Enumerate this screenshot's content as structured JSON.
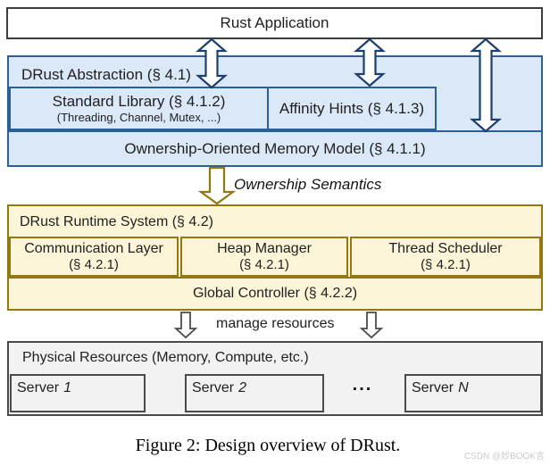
{
  "app_box": {
    "label": "Rust Application"
  },
  "abstraction": {
    "title": "DRust Abstraction (§ 4.1)",
    "standard_library": {
      "title": "Standard Library (§ 4.1.2)",
      "subtitle": "(Threading, Channel, Mutex, ...)"
    },
    "affinity_hints": {
      "title": "Affinity Hints (§ 4.1.3)"
    },
    "memory_model": {
      "title": "Ownership-Oriented Memory Model (§ 4.1.1)"
    }
  },
  "ownership_semantics_label": "Ownership Semantics",
  "runtime": {
    "title": "DRust Runtime System (§ 4.2)",
    "components": [
      {
        "name": "Communication Layer",
        "section": "(§ 4.2.1)"
      },
      {
        "name": "Heap Manager",
        "section": "(§ 4.2.1)"
      },
      {
        "name": "Thread Scheduler",
        "section": "(§ 4.2.1)"
      }
    ],
    "global_controller": "Global Controller (§ 4.2.2)"
  },
  "manage_resources_label": "manage resources",
  "physical": {
    "title": "Physical Resources (Memory, Compute, etc.)",
    "servers": [
      {
        "name": "Server",
        "id": "1"
      },
      {
        "name": "Server",
        "id": "2"
      },
      {
        "name": "Server",
        "id": "N"
      }
    ],
    "ellipsis": "..."
  },
  "caption": "Figure 2: Design overview of DRust.",
  "watermark": "CSDN @妙BOOK言",
  "colors": {
    "blue_border": "#2a6099",
    "blue_fill": "#dbe8f7",
    "arrow_navy": "#1c3f6e",
    "gold_border": "#96760f",
    "gold_fill": "#fdf5d8",
    "gray_fill": "#f2f2f2",
    "gray_border": "#4a4a4a"
  }
}
